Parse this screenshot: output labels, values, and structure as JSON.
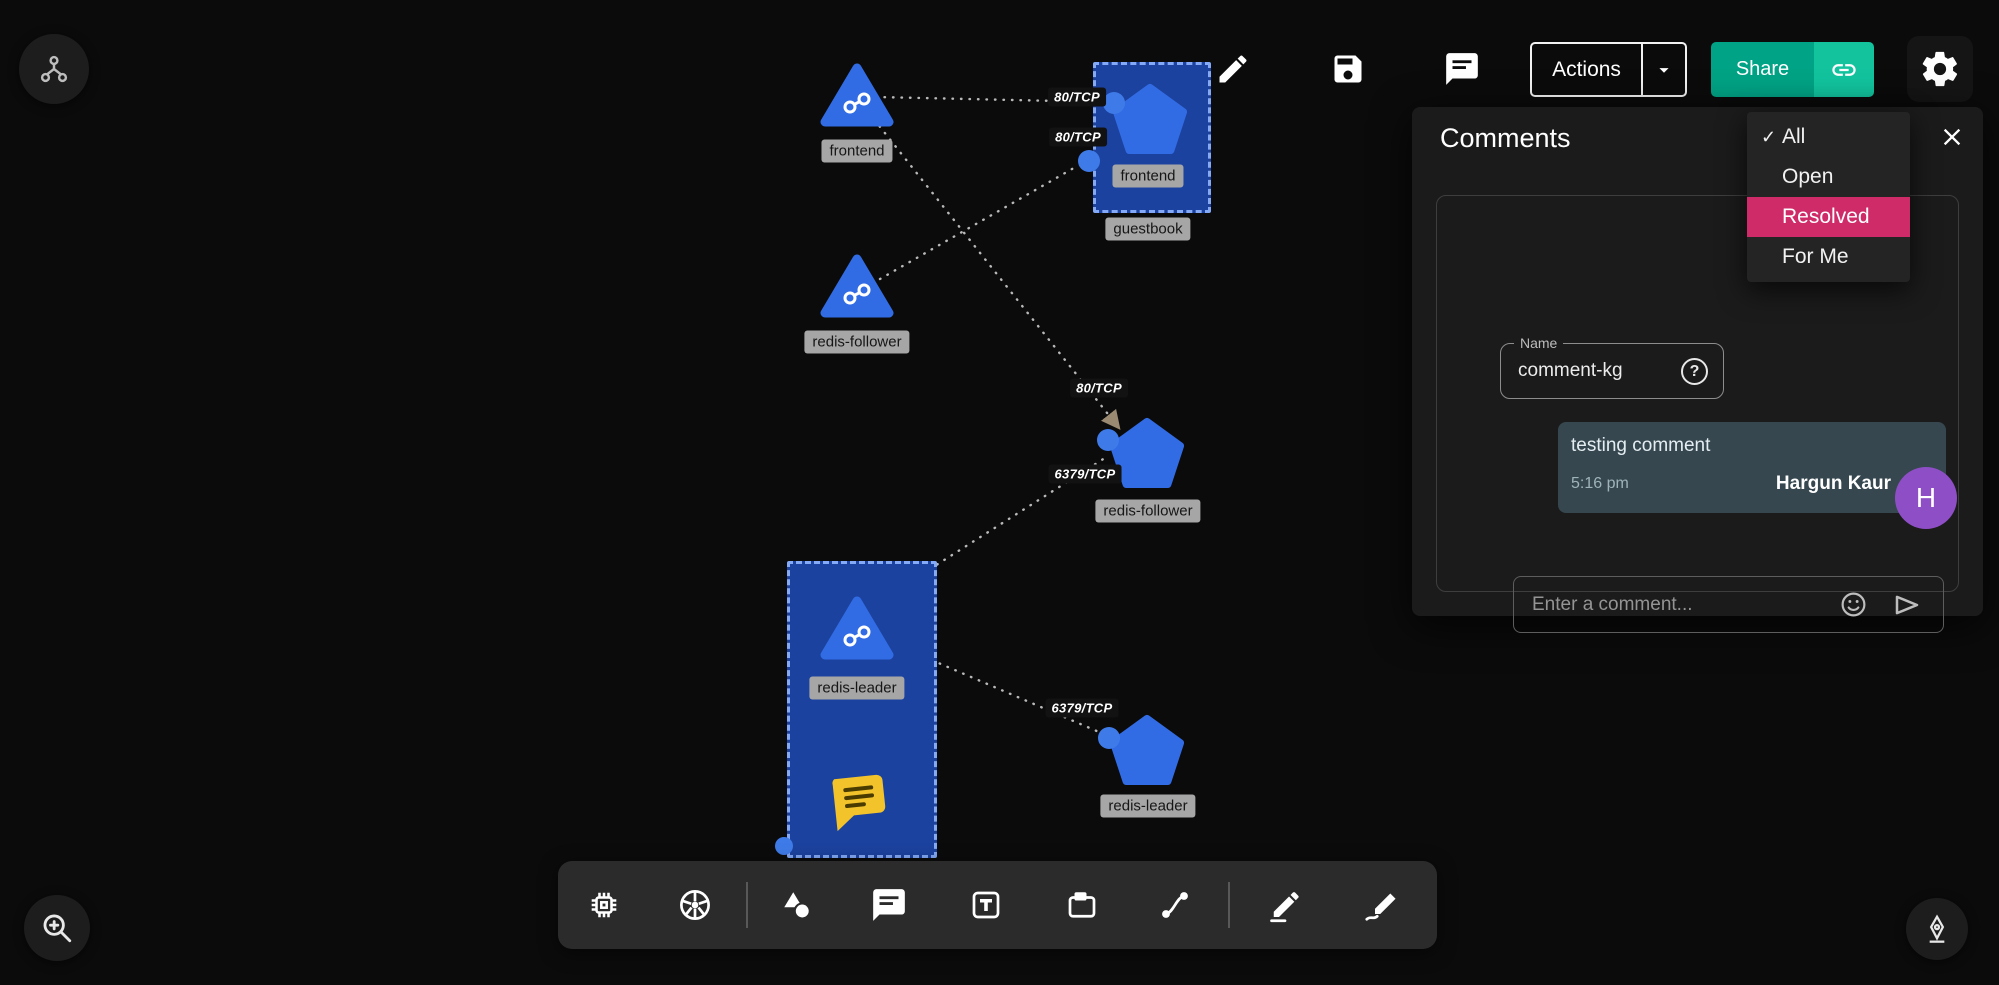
{
  "topbar": {
    "actions_label": "Actions",
    "share_label": "Share"
  },
  "icons": {
    "check_glyph": "✓",
    "help_glyph": "?"
  },
  "comments_panel": {
    "title": "Comments",
    "filter_menu": {
      "items": [
        {
          "label": "All",
          "checked": true
        },
        {
          "label": "Open",
          "checked": false
        },
        {
          "label": "Resolved",
          "checked": false,
          "highlighted": true
        },
        {
          "label": "For Me",
          "checked": false
        }
      ]
    },
    "name_field": {
      "label": "Name",
      "value": "comment-kg"
    },
    "comment": {
      "text": "testing comment",
      "time": "5:16 pm",
      "author": "Hargun Kaur",
      "avatar_initial": "H"
    },
    "composer": {
      "placeholder": "Enter a comment..."
    }
  },
  "canvas": {
    "nodes": {
      "svc_frontend": {
        "label": "frontend",
        "type": "service"
      },
      "deploy_frontend": {
        "label": "frontend",
        "type": "deployment"
      },
      "group_guestbook": {
        "label": "guestbook",
        "type": "group"
      },
      "svc_redis_follower": {
        "label": "redis-follower",
        "type": "service"
      },
      "deploy_redis_follower": {
        "label": "redis-follower",
        "type": "deployment"
      },
      "svc_redis_leader": {
        "label": "redis-leader",
        "type": "service"
      },
      "deploy_redis_leader": {
        "label": "redis-leader",
        "type": "deployment"
      }
    },
    "edges": {
      "e1": {
        "label": "80/TCP"
      },
      "e2": {
        "label": "80/TCP"
      },
      "e3": {
        "label": "80/TCP"
      },
      "e4": {
        "label": "6379/TCP"
      },
      "e5": {
        "label": "6379/TCP"
      }
    }
  },
  "colors": {
    "node_blue": "#326ce5",
    "selection_blue": "#1c429f",
    "accent_pink": "#ce2b68",
    "share_green": "#00a385",
    "share_green_light": "#12c39e",
    "avatar_purple": "#8e4ec6",
    "note_yellow": "#f2c32a"
  }
}
